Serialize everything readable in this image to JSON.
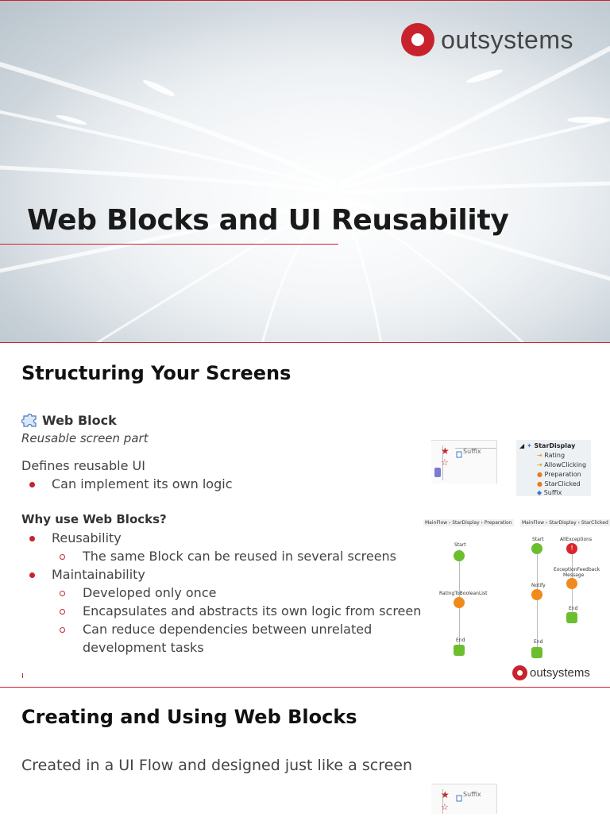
{
  "brand": {
    "name": "outsystems",
    "accent": "#c8232c"
  },
  "slide1": {
    "title": "Web Blocks and UI Reusability"
  },
  "slide2": {
    "title": "Structuring Your Screens",
    "web_block_label": "Web Block",
    "subtitle": "Reusable screen part",
    "defines": "Defines reusable UI",
    "defines_bullets": [
      "Can implement its own logic"
    ],
    "why_heading": "Why use Web Blocks?",
    "reasons": [
      {
        "label": "Reusability",
        "subs": [
          "The same Block can be reused in several screens"
        ]
      },
      {
        "label": "Maintainability",
        "subs": [
          "Developed only once",
          "Encapsulates and abstracts its own logic from screen",
          "Can reduce dependencies between unrelated",
          "development tasks"
        ]
      }
    ],
    "tree": {
      "root": "StarDisplay",
      "items": [
        "Rating",
        "AllowClicking",
        "Preparation",
        "StarClicked",
        "Suffix"
      ]
    },
    "editor_suffix": "Suffix",
    "flow1": {
      "breadcrumb": "MainFlow › StarDisplay › Preparation",
      "start": "Start",
      "action": "RatingToBooleanList",
      "end": "End"
    },
    "flow2": {
      "breadcrumb": "MainFlow › StarDisplay › StarClicked",
      "start": "Start",
      "notify": "Notify",
      "end": "End",
      "exceptions": "AllExceptions",
      "feedback1": "ExceptionFeedback",
      "feedback2": "Message",
      "end2": "End"
    }
  },
  "slide3": {
    "title": "Creating and Using Web Blocks",
    "line1": "Created in a UI Flow and designed just like a screen",
    "editor_suffix": "Suffix"
  }
}
